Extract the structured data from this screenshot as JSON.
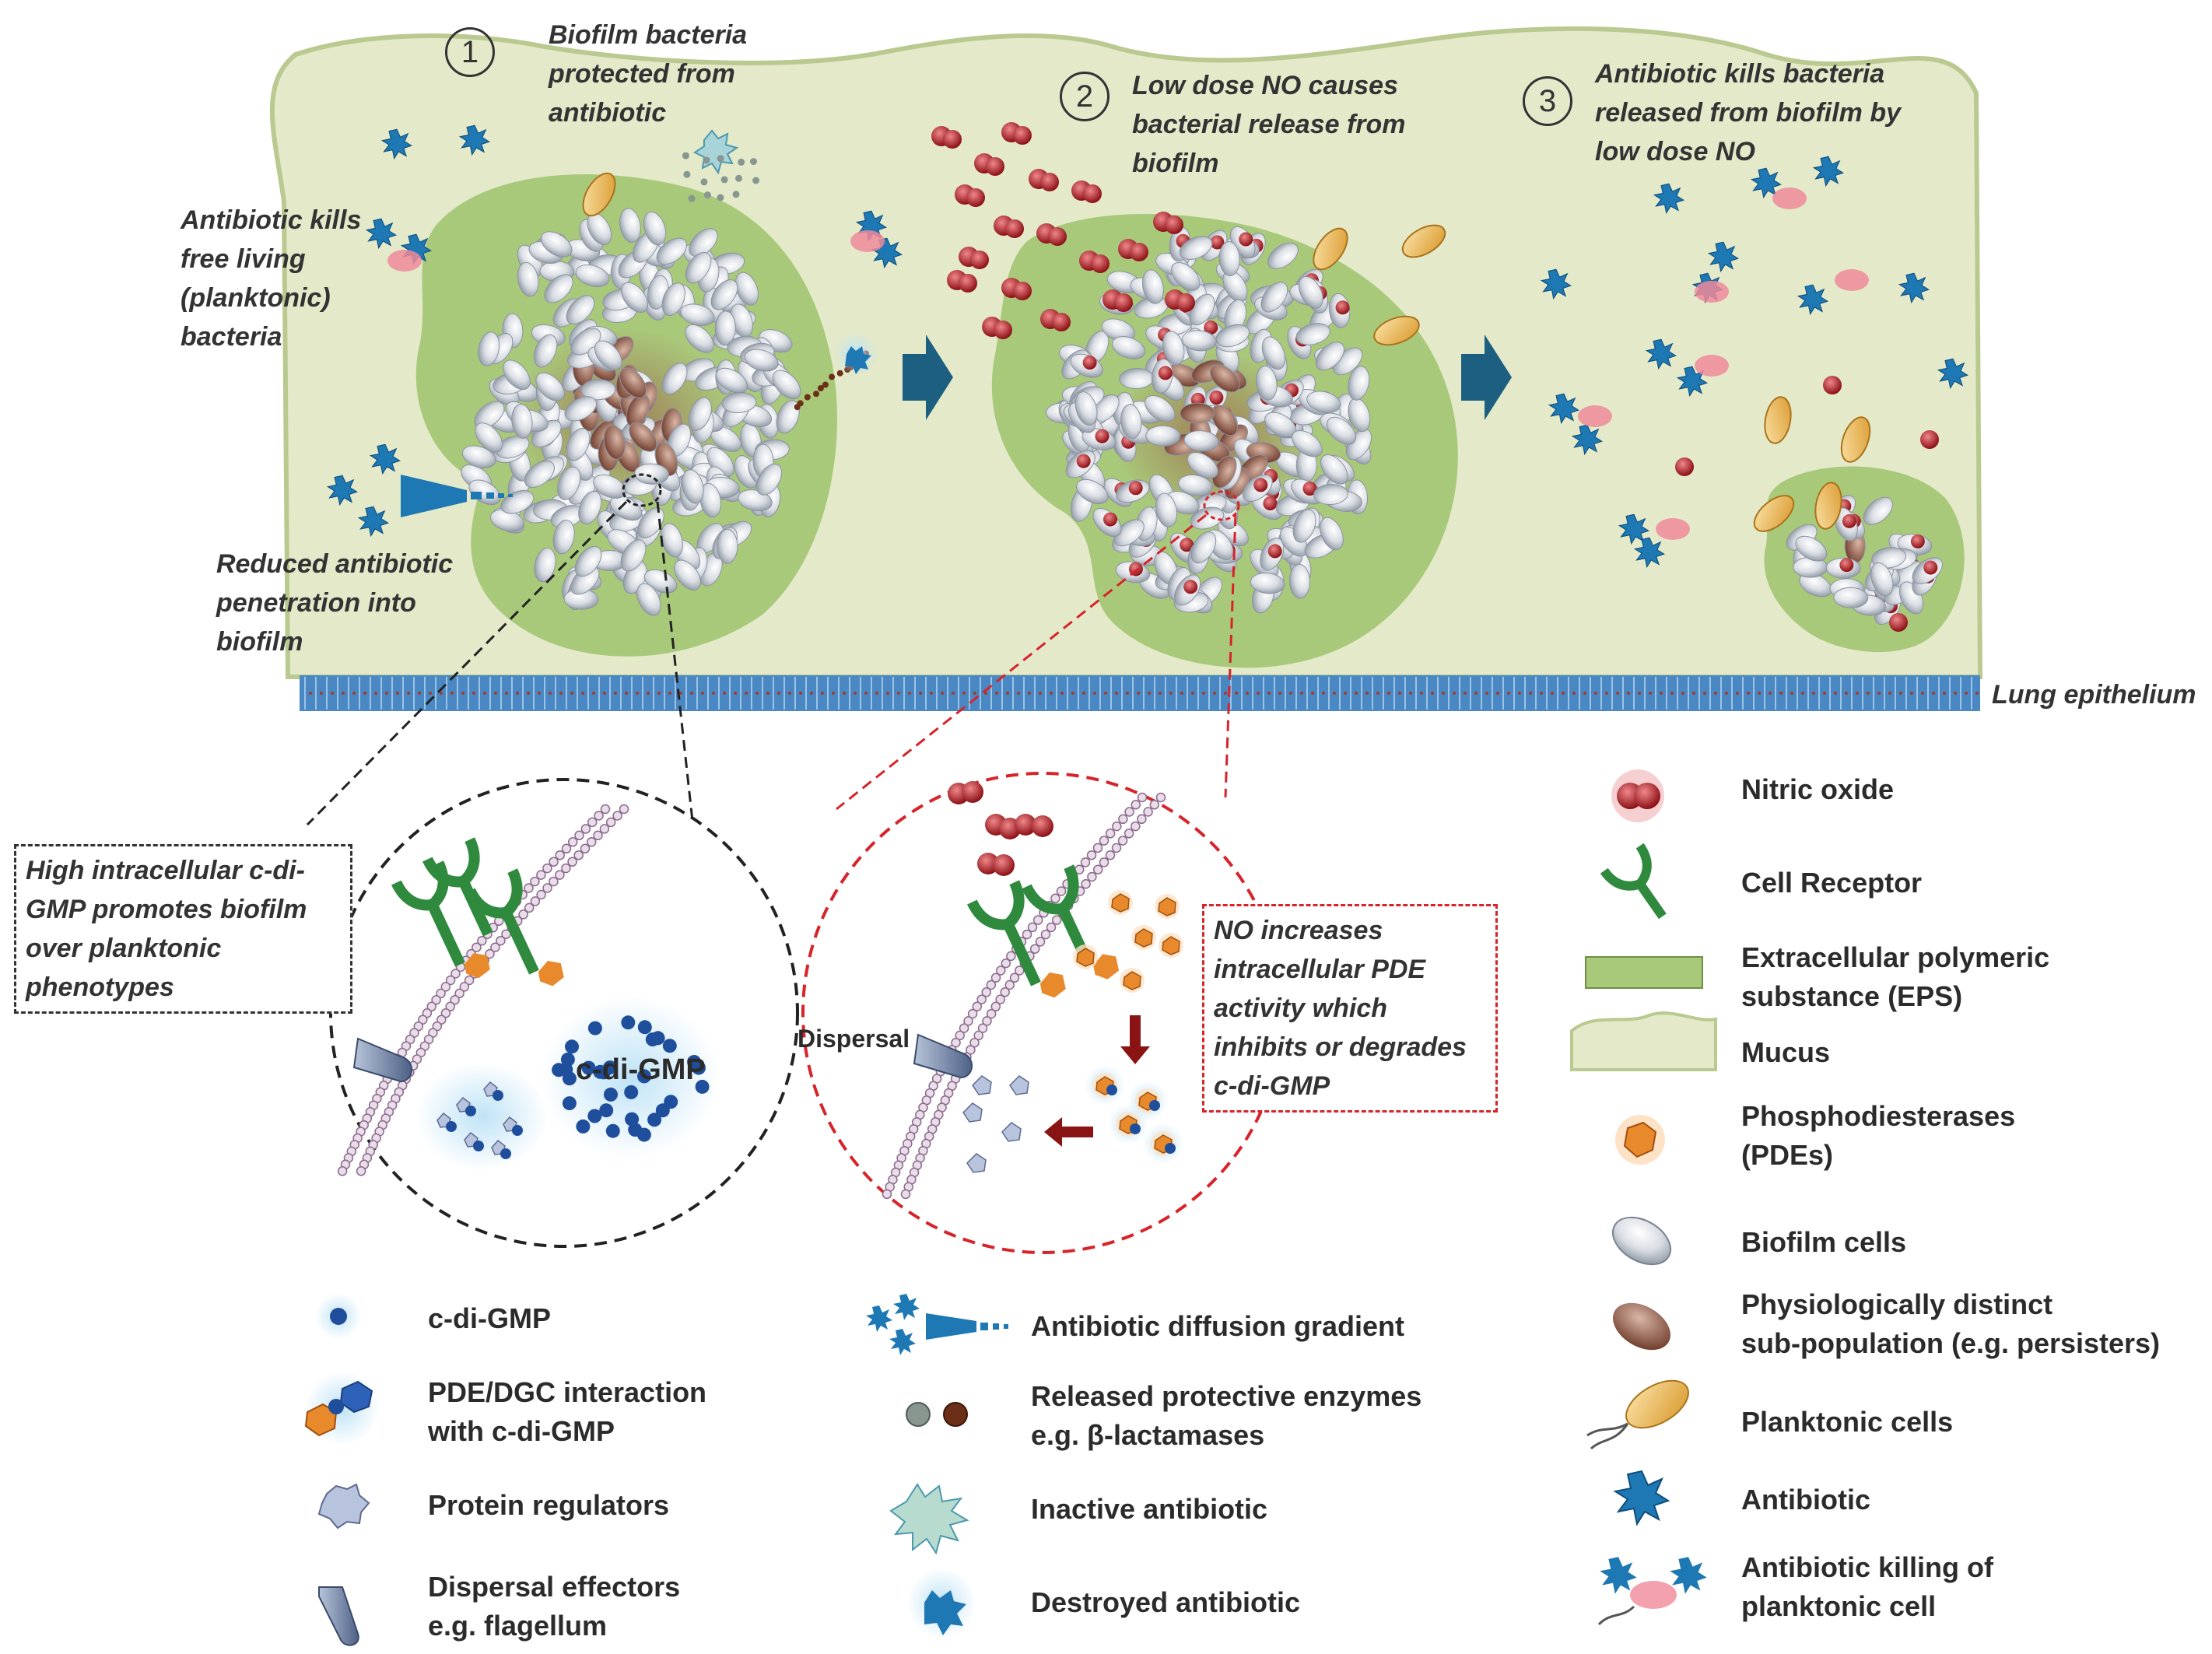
{
  "steps": [
    {
      "number": "1",
      "lines": [
        "Biofilm bacteria",
        "protected from",
        "antibiotic"
      ]
    },
    {
      "number": "2",
      "lines": [
        "Low dose NO causes",
        "bacterial release from",
        "biofilm"
      ]
    },
    {
      "number": "3",
      "lines": [
        "Antibiotic kills bacteria",
        "released from biofilm by",
        "low dose NO"
      ]
    }
  ],
  "annotations": {
    "planktonic_kill": [
      "Antibiotic kills",
      "free living",
      "(planktonic)",
      "bacteria"
    ],
    "reduced_penetration": [
      "Reduced antibiotic",
      "penetration into",
      "biofilm"
    ],
    "epithelium": "Lung epithelium"
  },
  "zoom_left": {
    "note": [
      "High intracellular c-di-",
      "GMP promotes biofilm",
      "over planktonic",
      "phenotypes"
    ],
    "cdigmp_label": "c-di-GMP"
  },
  "zoom_right": {
    "note": [
      "NO increases",
      "intracellular PDE",
      "activity which",
      "inhibits or degrades",
      "c-di-GMP"
    ],
    "dispersal_label": "Dispersal"
  },
  "legend_right": [
    {
      "icon": "nitric-oxide-icon",
      "lines": [
        "Nitric oxide"
      ]
    },
    {
      "icon": "cell-receptor-icon",
      "lines": [
        "Cell Receptor"
      ]
    },
    {
      "icon": "eps-icon",
      "lines": [
        "Extracellular polymeric",
        "substance (EPS)"
      ]
    },
    {
      "icon": "mucus-icon",
      "lines": [
        "Mucus"
      ]
    },
    {
      "icon": "pde-icon",
      "lines": [
        "Phosphodiesterases",
        "(PDEs)"
      ]
    },
    {
      "icon": "biofilm-cell-icon",
      "lines": [
        "Biofilm cells"
      ]
    },
    {
      "icon": "persister-icon",
      "lines": [
        "Physiologically distinct",
        "sub-population (e.g. persisters)"
      ]
    },
    {
      "icon": "planktonic-cell-icon",
      "lines": [
        "Planktonic cells"
      ]
    },
    {
      "icon": "antibiotic-icon",
      "lines": [
        "Antibiotic"
      ]
    },
    {
      "icon": "antibiotic-killing-icon",
      "lines": [
        "Antibiotic killing of",
        "planktonic cell"
      ]
    }
  ],
  "legend_bottom_left": [
    {
      "icon": "c-di-gmp-icon",
      "lines": [
        "c-di-GMP"
      ]
    },
    {
      "icon": "pde-dgc-icon",
      "lines": [
        "PDE/DGC interaction",
        "with c-di-GMP"
      ]
    },
    {
      "icon": "protein-regulator-icon",
      "lines": [
        "Protein regulators"
      ]
    },
    {
      "icon": "dispersal-effector-icon",
      "lines": [
        "Dispersal effectors",
        "e.g. flagellum"
      ]
    }
  ],
  "legend_bottom_mid": [
    {
      "icon": "antibiotic-gradient-icon",
      "lines": [
        "Antibiotic diffusion gradient"
      ]
    },
    {
      "icon": "protective-enzymes-icon",
      "lines": [
        "Released protective enzymes",
        "e.g. β-lactamases"
      ]
    },
    {
      "icon": "inactive-antibiotic-icon",
      "lines": [
        "Inactive antibiotic"
      ]
    },
    {
      "icon": "destroyed-antibiotic-icon",
      "lines": [
        "Destroyed antibiotic"
      ]
    }
  ],
  "colors": {
    "mucus": "#e3e9c9",
    "mucus_edge": "#b9c98f",
    "eps": "#a9c97a",
    "antibiotic": "#1e78b4",
    "nitric_oxide": "#b01d22",
    "receptor": "#2f8a3e",
    "pde": "#e8892c",
    "arrow": "#1d5f80",
    "red_dash": "#d6242a",
    "epithelium": "#4a88c4"
  }
}
